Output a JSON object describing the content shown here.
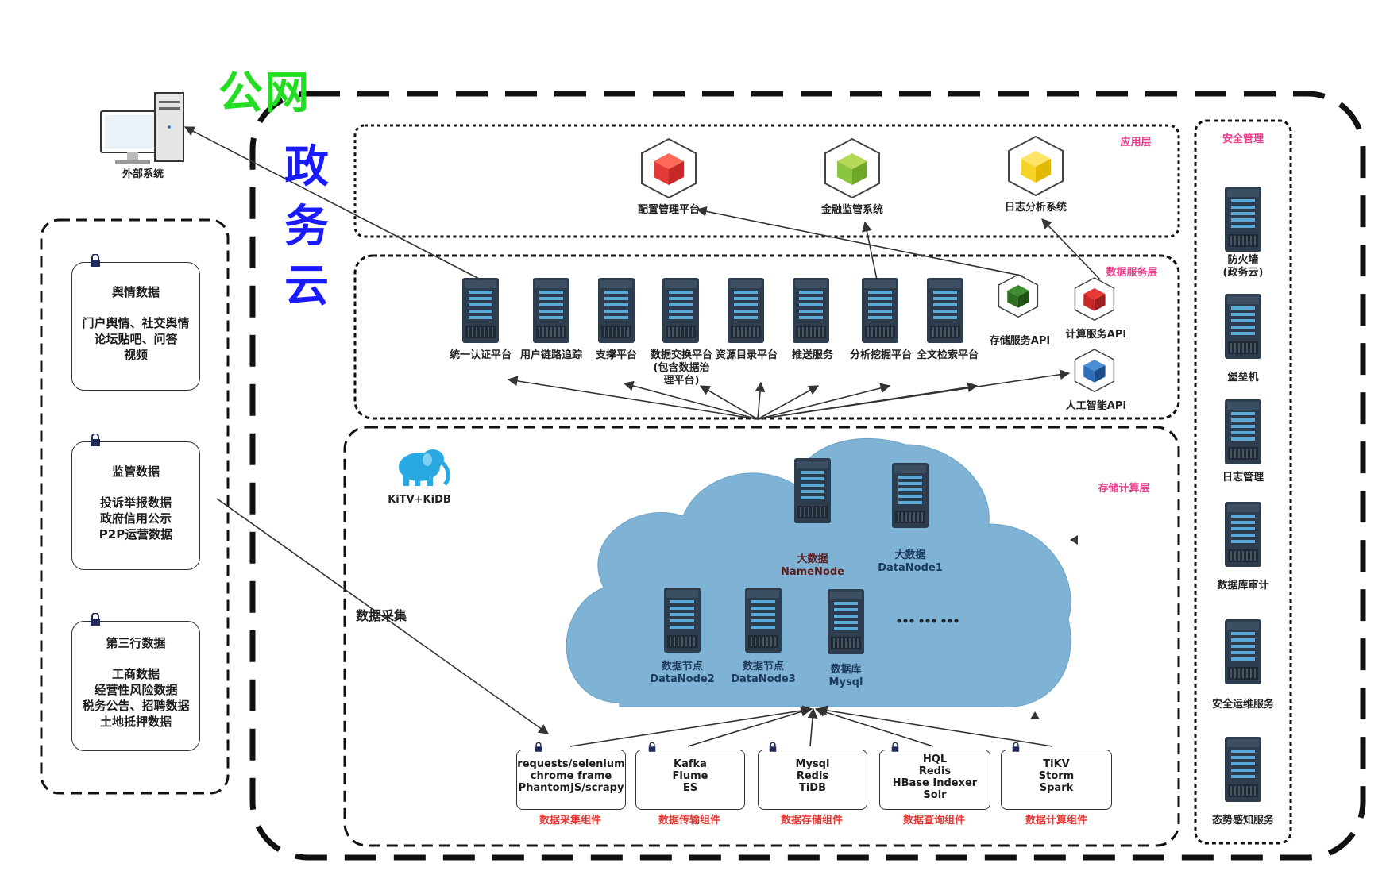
{
  "title_public": "公网",
  "title_gov": [
    "政",
    "务",
    "云"
  ],
  "external_system": "外部系统",
  "data_collect": "数据采集",
  "layers": {
    "app": "应用层",
    "data_service": "数据服务层",
    "storage": "存储计算层",
    "security": "安全管理"
  },
  "left_cards": [
    {
      "title": "舆情数据",
      "lines": [
        "门户舆情、社交舆情",
        "论坛贴吧、问答",
        "视频"
      ]
    },
    {
      "title": "监管数据",
      "lines": [
        "投诉举报数据",
        "政府信用公示",
        "P2P运营数据"
      ]
    },
    {
      "title": "第三行数据",
      "lines": [
        "工商数据",
        "经营性风险数据",
        "税务公告、招聘数据",
        "土地抵押数据"
      ]
    }
  ],
  "apps": [
    "配置管理平台",
    "金融监管系统",
    "日志分析系统"
  ],
  "services": [
    "统一认证平台",
    "用户链路追踪",
    "支撑平台",
    "数据交换平台\n(包含数据治\n理平台)",
    "资源目录平台",
    "推送服务",
    "分析挖掘平台",
    "全文检索平台"
  ],
  "apis": [
    "存储服务API",
    "计算服务API",
    "人工智能API"
  ],
  "logo_text": "KiTV+KiDB",
  "cloud_nodes": [
    {
      "l1": "大数据",
      "l2": "NameNode"
    },
    {
      "l1": "大数据",
      "l2": "DataNode1"
    },
    {
      "l1": "数据节点",
      "l2": "DataNode2"
    },
    {
      "l1": "数据节点",
      "l2": "DataNode3"
    },
    {
      "l1": "数据库",
      "l2": "Mysql"
    }
  ],
  "ellipsis": "…… ……",
  "components": [
    {
      "lines": [
        "requests/selenium",
        "chrome frame",
        "PhantomJS/scrapy"
      ],
      "label": "数据采集组件"
    },
    {
      "lines": [
        "Kafka",
        "Flume",
        "ES"
      ],
      "label": "数据传输组件"
    },
    {
      "lines": [
        "Mysql",
        "Redis",
        "TiDB"
      ],
      "label": "数据存储组件"
    },
    {
      "lines": [
        "HQL",
        "Redis",
        "HBase Indexer",
        "Solr"
      ],
      "label": "数据查询组件"
    },
    {
      "lines": [
        "TiKV",
        "Storm",
        "Spark"
      ],
      "label": "数据计算组件"
    }
  ],
  "security_items": [
    "防火墙\n(政务云)",
    "堡垒机",
    "日志管理",
    "数据库审计",
    "安全运维服务",
    "态势感知服务"
  ],
  "colors": {
    "green_title": "#22dd22",
    "blue_title": "#1a1aff",
    "pink": "#e83e8c",
    "red": "#e53935",
    "cloud": "#7fb3d6",
    "server": "#2e3d4d",
    "server_accent": "#5aa9d6"
  }
}
